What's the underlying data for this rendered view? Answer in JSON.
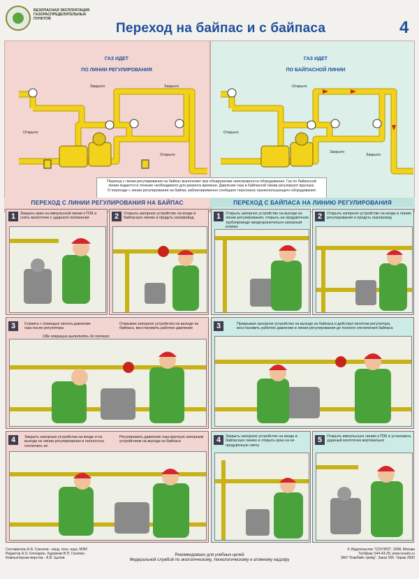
{
  "header": {
    "series_label": "Безопасная эксплуатация газораспределительных пунктов",
    "title": "Переход на байпас и с байпаса",
    "sheet_number": "4"
  },
  "top_left": {
    "caption_line1": "Газ идет",
    "caption_line2": "по линии регулирования",
    "valve_open_1": "Открыто",
    "valve_closed": "Закрыто",
    "valve_closed_2": "Закрыто",
    "valve_open_2": "Открыто"
  },
  "top_right": {
    "caption_line1": "Газ идет",
    "caption_line2": "по байпасной линии",
    "valve_open_1": "Открыто",
    "valve_open_2": "Открыто",
    "valve_closed": "Закрыто",
    "valve_closed_2": "Закрыто"
  },
  "note": {
    "line1": "Переход с линии регулирования на байпас выполняют при обнаружении неисправности оборудования. Газ по байпасной",
    "line2": "линии подается в течение необходимого для ремонта времени. Давление газа в байпасной линии регулируют вручную.",
    "line3": "О переходе с линии регулирования на байпас заблаговременно сообщают персоналу газоиспользующего оборудования"
  },
  "left_section": {
    "banner": "Переход с линии регулирования на байпас",
    "steps": [
      {
        "num": "1",
        "text": "Закрыть кран на импульсной линии к ПЗК и снять молоточек с ударного положения"
      },
      {
        "num": "2",
        "text": "Открыть запорное устройство на входе в байпасную линию и продуть газопровод"
      },
      {
        "num": "3",
        "text_a": "Снизить с помощью пилота давление газа после регулятора",
        "text_b": "Обе операции выполнять до полного переключения подачи газа на байпас",
        "text_c": "Открывая запорное устройство на выходе из байпаса, восстановить рабочее давление"
      },
      {
        "num": "4",
        "text_a": "Закрыть запорные устройства на входе и на выходе из линии регулирования и полностью отключить ее",
        "text_b": "Регулировать давление газа вручную запорным устройством на выходе из байпаса"
      }
    ]
  },
  "right_section": {
    "banner": "Переход с байпаса на линию регулирования",
    "steps": [
      {
        "num": "1",
        "text": "Открыть запорное устройство на выходе из линии регулирования, открыть на продувочном трубопроводе предохранительно-запорный клапан"
      },
      {
        "num": "2",
        "text": "Открыть запорное устройство на входе в линию регулирования и продуть газопровод"
      },
      {
        "num": "3",
        "text": "Прикрывая запорное устройство на выходе из байпаса и действуя пилотом регулятора, восстановить рабочее давление в линии регулирования до полного отключения байпаса"
      },
      {
        "num": "4",
        "text": "Закрыть запорное устройство на входе в байпасную линию и открыть кран на ее продувочную свечу"
      },
      {
        "num": "5",
        "text": "Открыть импульсную линию к ПЗК и установить ударный молоточек вертикально"
      }
    ]
  },
  "footer": {
    "credits_1": "Составитель Б.А. Соколов - канд. техн. наук, МЭИ",
    "credits_2": "Редактор А.О. Клочарин. Художник В.П. Гасилин",
    "credits_3": "Компьютерная верстка - А.В. Цылев",
    "recommend_1": "Рекомендовано для учебных целей",
    "recommend_2": "Федеральной службой по экологическому, технологическому и атомному надзору",
    "publisher_1": "© Издательство \"СОУЭЛО\", 2008, Москва",
    "publisher_2": "Тел/факс 644-43-29, www.souelo.ru",
    "publisher_3": "ЗАО \"КомЛайн трейд\". Заказ 555. Тираж 2000"
  },
  "colors": {
    "pipe": "#f2d21a",
    "pipe_dark": "#b79a06",
    "panel_left": "#f3d6d2",
    "panel_right": "#dcefe9",
    "title_blue": "#1d4e99",
    "badge": "#3d3d4f"
  }
}
